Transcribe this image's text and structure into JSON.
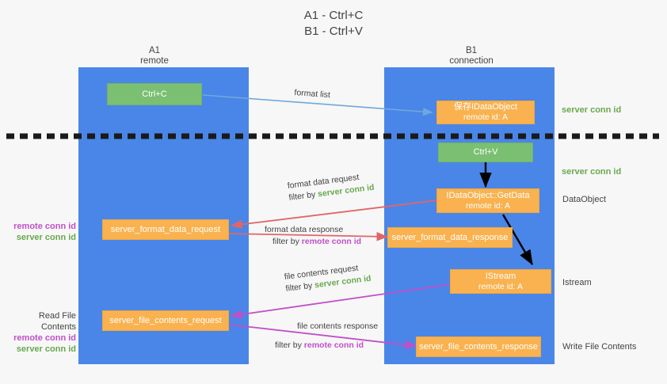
{
  "title": {
    "line1": "A1 - Ctrl+C",
    "line2": "B1 - Ctrl+V"
  },
  "lanes": [
    {
      "name": "A1",
      "sub": "remote"
    },
    {
      "name": "B1",
      "sub": "connection"
    }
  ],
  "boxes": {
    "ctrl_c": "Ctrl+C",
    "ctrl_v": "Ctrl+V",
    "save_idataobject_l1": "保存IDataObject",
    "save_idataobject_l2": "remote id: A",
    "getdata_l1": "IDataObject::GetData",
    "getdata_l2": "remote id: A",
    "istream_l1": "IStream",
    "istream_l2": "remote id: A",
    "format_data_request": "server_format_data_request",
    "format_data_response": "server_format_data_response",
    "file_contents_request": "server_file_contents_request",
    "file_contents_response": "server_file_contents_response"
  },
  "arrow_labels": {
    "format_list": "format list",
    "format_data_request": {
      "title": "format data request",
      "filter_prefix": "filter by ",
      "filter_key": "server conn id"
    },
    "format_data_response": {
      "title": "format data response",
      "filter_prefix": "filter by ",
      "filter_key": "remote conn id"
    },
    "file_contents_request": {
      "title": "file contents request",
      "filter_prefix": "filter by ",
      "filter_key": "server conn id"
    },
    "file_contents_response": {
      "title": "file contents response",
      "filter_prefix": "filter by ",
      "filter_key": "remote conn id"
    }
  },
  "right_labels": {
    "server_conn_id_top": "server conn id",
    "server_conn_id_mid": "server conn id",
    "dataobject": "DataObject",
    "istream": "Istream",
    "write_file_contents": "Write File Contents"
  },
  "left_labels": {
    "remote_conn_id_1": "remote conn id",
    "server_conn_id_1": "server conn id",
    "read_file_contents": "Read File Contents",
    "remote_conn_id_2": "remote conn id",
    "server_conn_id_2": "server conn id"
  },
  "colors": {
    "lane": "#4a86e8",
    "green_box": "#7bbf72",
    "orange_box": "#f9b24f",
    "green_text": "#6aa84f",
    "magenta_text": "#c050c8",
    "red_arrow": "#e06666",
    "blue_arrow": "#6fa8dc",
    "magenta_arrow": "#c050c8",
    "black_arrow": "#000000"
  }
}
